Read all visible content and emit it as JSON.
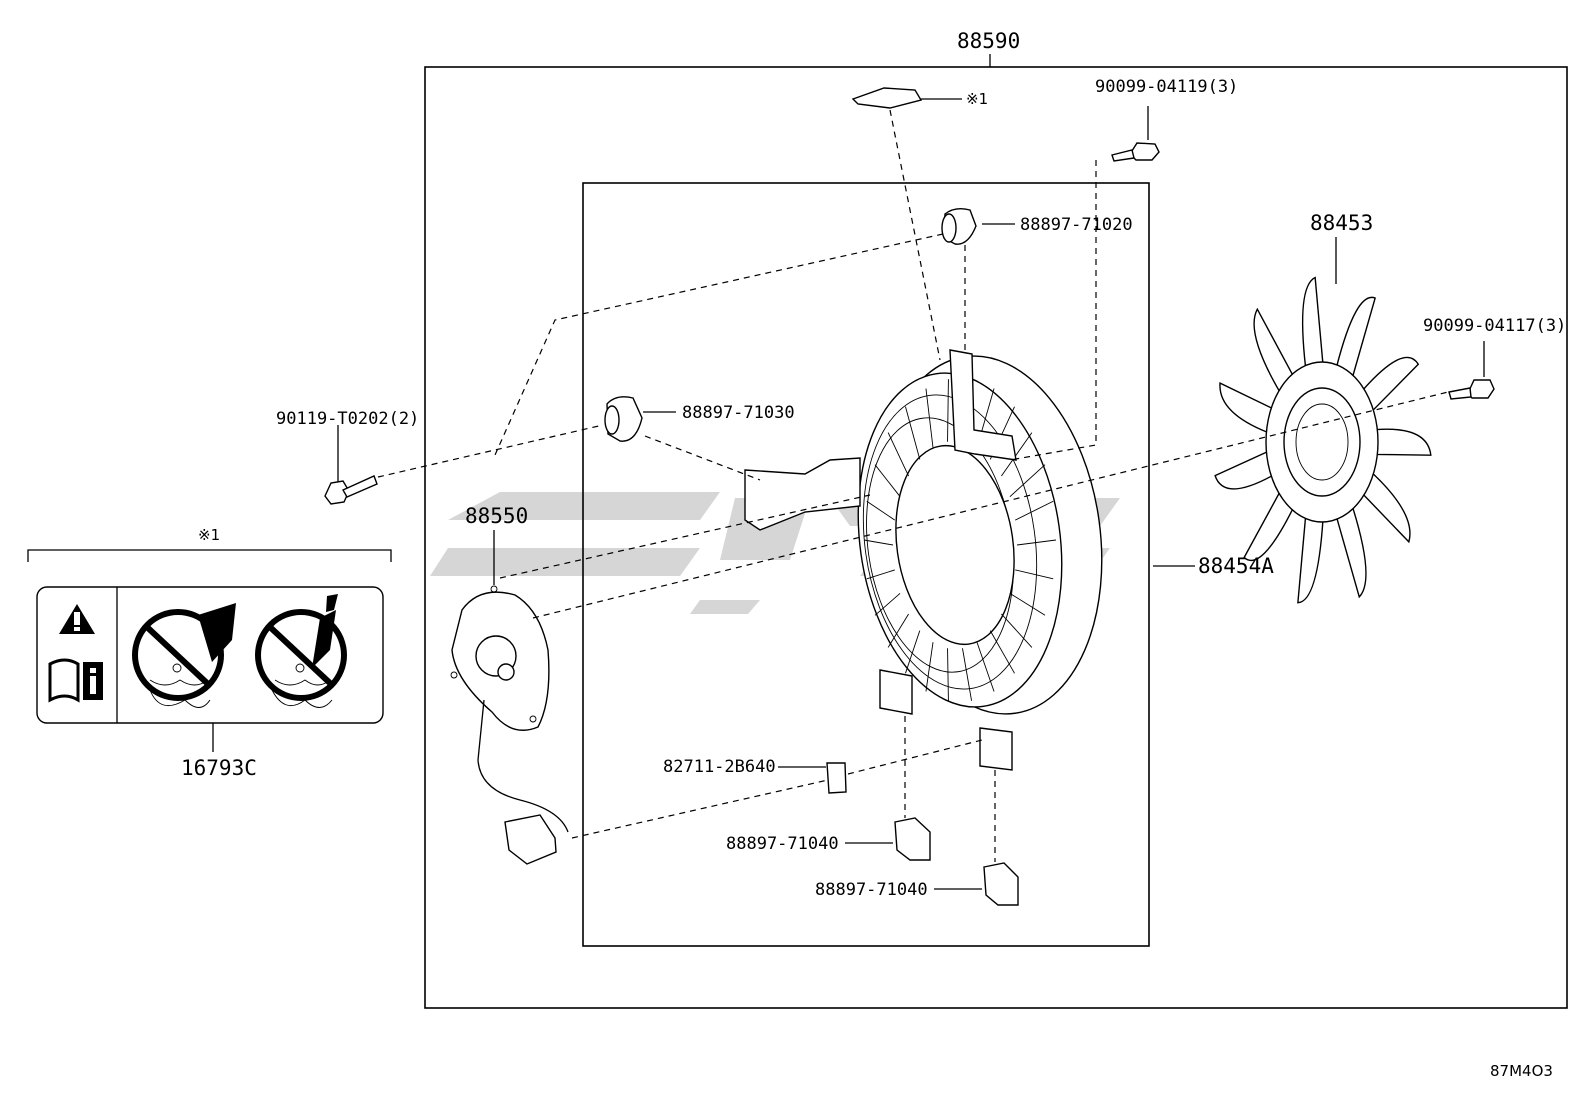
{
  "labels": {
    "assembly": "88590",
    "note_mark": "※1",
    "bolt_top": "90099-04119(3)",
    "cushion_top": "88897-71020",
    "fan": "88453",
    "bolt_right": "90099-04117(3)",
    "bolt_left": "90119-T0202(2)",
    "cushion_left": "88897-71030",
    "motor": "88550",
    "shroud": "88454A",
    "clip": "82711-2B640",
    "bracket_a": "88897-71040",
    "bracket_b": "88897-71040",
    "caution_label": "16793C",
    "diagram_code": "87M4O3"
  },
  "icons": [
    "warning-triangle-icon",
    "manual-info-icon",
    "no-hand-fan-icon",
    "no-tool-fan-icon"
  ]
}
